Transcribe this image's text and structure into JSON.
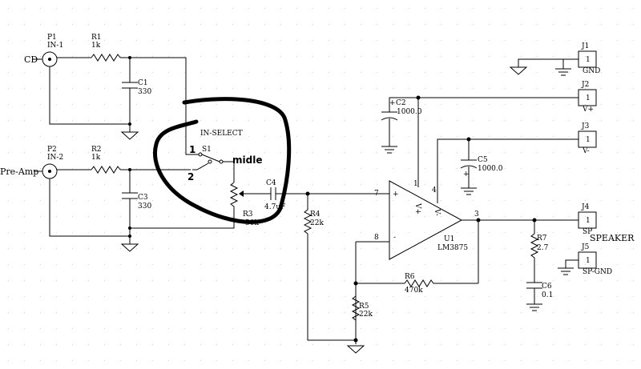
{
  "colors": {
    "background": "#ffffff",
    "ink": "#000000",
    "grid_dot": "#cfcfcf",
    "marker": "#000000"
  },
  "labels": {
    "cd": "CD",
    "preamp": "Pre-Amp",
    "speaker": "SPEAKER",
    "in_select": "IN-SELECT",
    "s1": "S1",
    "pos1": "1",
    "pos2": "2",
    "midle": "midle"
  },
  "components": {
    "p1": {
      "ref": "P1",
      "name": "IN-1"
    },
    "p2": {
      "ref": "P2",
      "name": "IN-2"
    },
    "r1": {
      "ref": "R1",
      "value": "1k"
    },
    "r2": {
      "ref": "R2",
      "value": "1k"
    },
    "c1": {
      "ref": "C1",
      "value": "330"
    },
    "c3": {
      "ref": "C3",
      "value": "330"
    },
    "r3": {
      "ref": "R3",
      "value": "50k"
    },
    "c4": {
      "ref": "C4",
      "value": "4.7uF"
    },
    "r4": {
      "ref": "R4",
      "value": "22k"
    },
    "r5": {
      "ref": "R5",
      "value": "22k"
    },
    "r6": {
      "ref": "R6",
      "value": "470k"
    },
    "r7": {
      "ref": "R7",
      "value": "2.7"
    },
    "c2": {
      "ref": "C2",
      "value": "1000.0",
      "plus": "+"
    },
    "c5": {
      "ref": "C5",
      "value": "1000.0",
      "plus": "+"
    },
    "c6": {
      "ref": "C6",
      "value": "0.1"
    },
    "u1": {
      "ref": "U1",
      "name": "LM3875",
      "plus": "+",
      "minus": "-",
      "vplus": "V+",
      "vminus": "V-"
    },
    "j1": {
      "ref": "J1",
      "pin": "1",
      "name": "GND"
    },
    "j2": {
      "ref": "J2",
      "pin": "1",
      "name": "V+"
    },
    "j3": {
      "ref": "J3",
      "pin": "1",
      "name": "V-"
    },
    "j4": {
      "ref": "J4",
      "pin": "1",
      "name": "SP"
    },
    "j5": {
      "ref": "J5",
      "pin": "1",
      "name": "SP-GND"
    }
  },
  "pins": {
    "p7": "7",
    "p8": "8",
    "p1": "1",
    "p4": "4",
    "p3": "3"
  }
}
